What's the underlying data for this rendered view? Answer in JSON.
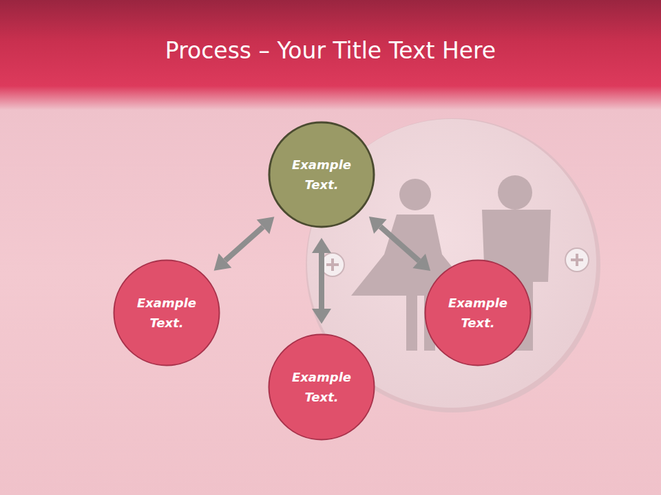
{
  "diagram": {
    "title": "Process – Your Title Text Here",
    "nodes": [
      {
        "text": [
          "Example Text."
        ]
      },
      {
        "text": [
          "Example Text."
        ]
      },
      {
        "text": [
          "Example Text."
        ]
      },
      {
        "text": [
          "Example Text."
        ]
      }
    ],
    "edges": [
      {
        "from": 0,
        "to": 1,
        "arrow": "both"
      },
      {
        "from": 0,
        "to": 3,
        "arrow": "both"
      },
      {
        "from": 0,
        "to": 2,
        "arrow": "both"
      }
    ]
  }
}
